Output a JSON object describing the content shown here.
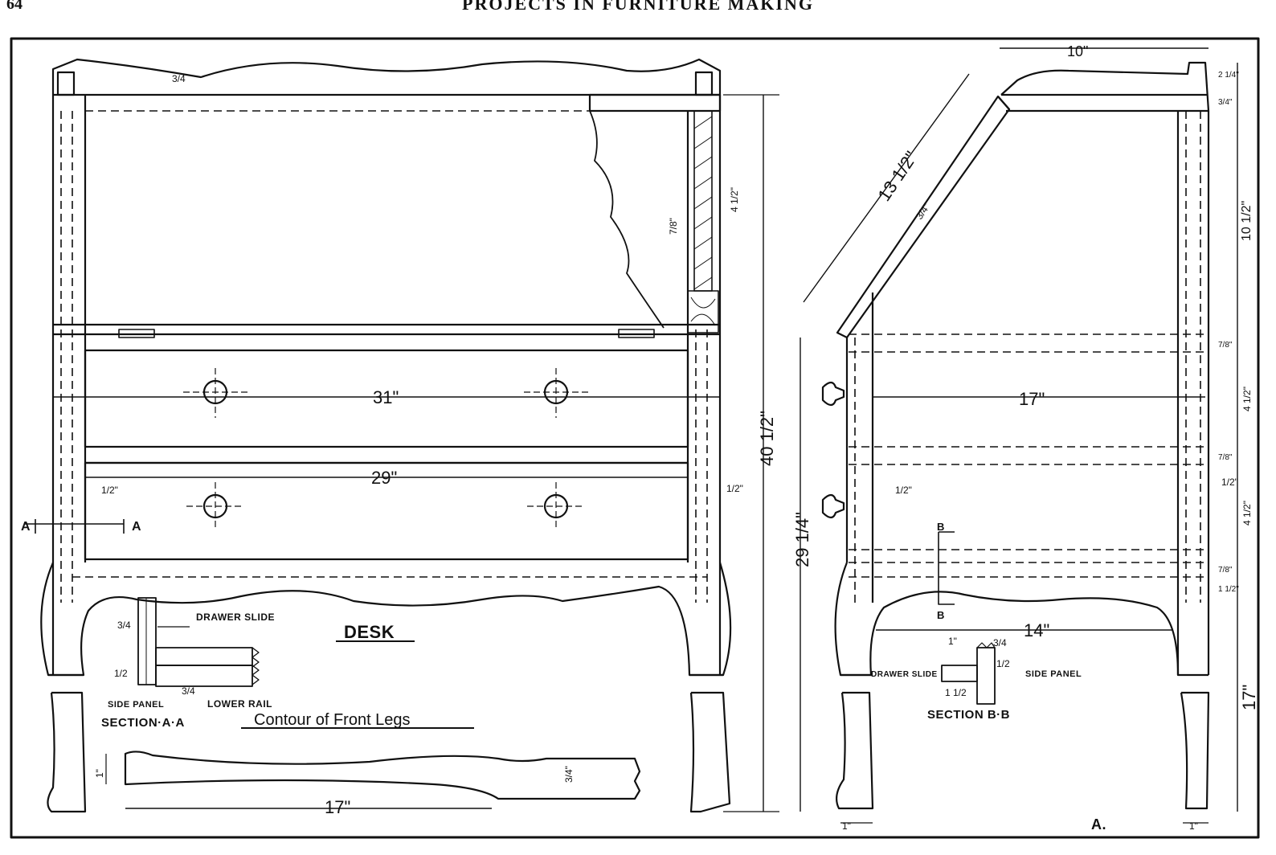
{
  "header": {
    "page_number": "64",
    "running_title": "PROJECTS IN FURNITURE MAKING"
  },
  "front_view": {
    "title": "DESK",
    "dims": {
      "width_outer": "31\"",
      "width_inner": "29\"",
      "height_total": "40 1/2\"",
      "top_thickness": "3/4",
      "lid_thickness": "7/8\"",
      "lid_width": "4 1/2\"",
      "side_offset_left": "1/2\"",
      "side_offset_right": "1/2\""
    },
    "section_marker_left": "A",
    "section_marker_right": "A"
  },
  "section_aa": {
    "title": "SECTION·A·A",
    "labels": {
      "drawer_slide": "DRAWER SLIDE",
      "side_panel": "SIDE PANEL",
      "lower_rail": "LOWER RAIL"
    },
    "dims": {
      "a": "3/4",
      "b": "1/2",
      "c": "3/4"
    }
  },
  "leg_contour": {
    "title": "Contour of Front Legs",
    "dims": {
      "length": "17\"",
      "top_width": "1\"",
      "end_width": "3/4\""
    }
  },
  "side_view": {
    "dims": {
      "top_depth": "10\"",
      "lid_length": "13 1/2\"",
      "lid_thickness": "3/4\"",
      "depth_mid": "17\"",
      "depth_bottom": "14\"",
      "leg_height": "17\"",
      "writing_height": "29 1/4\"",
      "upper_height": "10 1/2\"",
      "drawer1": "4 1/2\"",
      "drawer2": "4 1/2\"",
      "rail_a": "3/4\"",
      "rail_b": "7/8\"",
      "rail_c": "7/8\"",
      "rail_d": "7/8\"",
      "rail_e": "1 1/2\"",
      "top_rail": "2 1/4\"",
      "leg_front": "1\"",
      "leg_back": "1\"",
      "offset_front": "1/2\"",
      "offset_back": "1/2\""
    },
    "section_marker_top": "B",
    "section_marker_bottom": "B",
    "corner_label": "A."
  },
  "section_bb": {
    "title": "SECTION B·B",
    "labels": {
      "drawer_slide": "DRAWER SLIDE",
      "side_panel": "SIDE PANEL"
    },
    "dims": {
      "a": "1\"",
      "b": "3/4",
      "c": "1 1/2",
      "d": "1/2"
    }
  }
}
